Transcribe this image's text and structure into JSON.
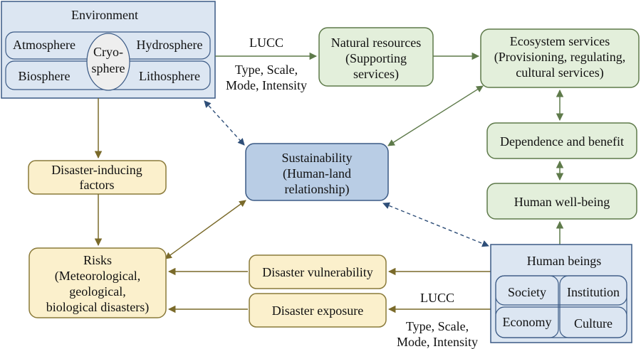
{
  "environment": {
    "title": "Environment",
    "atmosphere": "Atmosphere",
    "hydrosphere": "Hydrosphere",
    "biosphere": "Biosphere",
    "lithosphere": "Lithosphere",
    "cryo_line1": "Cryo-",
    "cryo_line2": "sphere"
  },
  "lucc_top": {
    "label": "LUCC",
    "line1": "Type, Scale,",
    "line2": "Mode, Intensity"
  },
  "natural_resources": {
    "line1": "Natural resources",
    "line2": "(Supporting",
    "line3": "services)"
  },
  "ecosystem_services": {
    "line1": "Ecosystem services",
    "line2": "(Provisioning, regulating,",
    "line3": "cultural services)"
  },
  "dependence": {
    "label": "Dependence and benefit"
  },
  "wellbeing": {
    "label": "Human well-being"
  },
  "sustainability": {
    "line1": "Sustainability",
    "line2": "(Human-land",
    "line3": "relationship)"
  },
  "disaster_factors": {
    "line1": "Disaster-inducing",
    "line2": "factors"
  },
  "risks": {
    "line1": "Risks",
    "line2": "(Meteorological,",
    "line3": "geological,",
    "line4": "biological disasters)"
  },
  "vulnerability": {
    "label": "Disaster vulnerability"
  },
  "exposure": {
    "label": "Disaster exposure"
  },
  "lucc_bottom": {
    "label": "LUCC",
    "line1": "Type, Scale,",
    "line2": "Mode, Intensity"
  },
  "human_beings": {
    "title": "Human beings",
    "society": "Society",
    "institution": "Institution",
    "economy": "Economy",
    "culture": "Culture"
  },
  "colors": {
    "blue_fill": "#dce6f2",
    "blue_stroke": "#3b5a85",
    "green_fill": "#e3efdb",
    "green_stroke": "#5e7a4a",
    "yellow_fill": "#fbf0cc",
    "yellow_stroke": "#8a7a3a",
    "arrow_olive": "#7a6a2a",
    "arrow_green": "#5e7a4a",
    "arrow_dashed": "#2e4e78",
    "cryo_fill": "#eeeeee"
  }
}
